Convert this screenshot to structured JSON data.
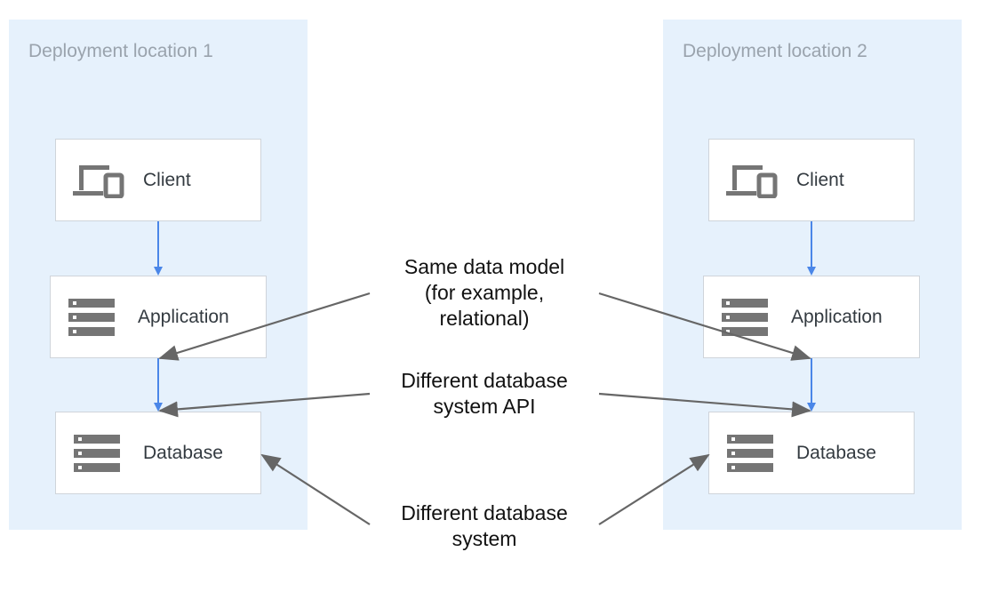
{
  "locations": [
    {
      "title": "Deployment location 1",
      "client": {
        "label": "Client",
        "icon": "devices-icon"
      },
      "application": {
        "label": "Application",
        "icon": "server-stack-icon"
      },
      "database": {
        "label": "Database",
        "icon": "server-stack-icon"
      }
    },
    {
      "title": "Deployment location 2",
      "client": {
        "label": "Client",
        "icon": "devices-icon"
      },
      "application": {
        "label": "Application",
        "icon": "server-stack-icon"
      },
      "database": {
        "label": "Database",
        "icon": "server-stack-icon"
      }
    }
  ],
  "callouts": {
    "data_model": [
      "Same data model",
      "(for example,",
      "relational)"
    ],
    "api": [
      "Different database",
      "system API"
    ],
    "system": [
      "Different database",
      "system"
    ]
  },
  "colors": {
    "zone_background": "#e6f1fc",
    "flow_arrow": "#4a86e8",
    "callout_arrow": "#666666",
    "icon": "#757575"
  }
}
